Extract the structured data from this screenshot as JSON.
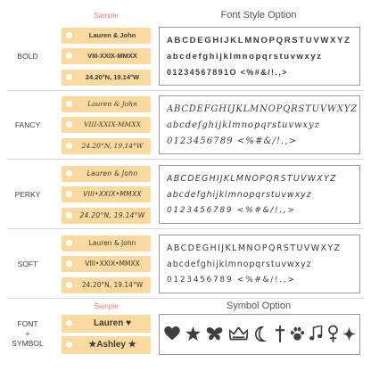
{
  "headers": {
    "sample": "Sample",
    "font_style_option": "Font Style Option",
    "symbol_sample": "Sample",
    "symbol_option": "Symbol Option"
  },
  "styles": [
    {
      "label": "BOLD",
      "tags": [
        "Lauren & John",
        "VIII-XXIX-MMXX",
        "24.20°N, 19.14°W"
      ],
      "lines": [
        "ABCDEGHIJKLMNOPQRSTUVWXYZ",
        "abcdefghijklmnopqrstuvwxyz",
        "01234567891O   <%#&/!.,>"
      ]
    },
    {
      "label": "FANCY",
      "tags": [
        "Lauren & John",
        "VIII-XXIX-MMXX",
        "24.20°N, 19.14°W"
      ],
      "lines": [
        "ABCDEFGHIJKLMNOPQRSTUVWXYZ",
        "abcdefghijklmnopqrstuvwxyz",
        "0123456789   <%#&/!.,>"
      ]
    },
    {
      "label": "PERKY",
      "tags": [
        "Lauren & John",
        "VIII•XXIX•MMXX",
        "24.20°N, 19.14°W"
      ],
      "lines": [
        "ABCDEGHIJKLMNOPQRSTUVWXYZ",
        "abcdefghijklmnopqrstuvwxyz",
        "0123456789   <%#&/!.,>"
      ]
    },
    {
      "label": "SOFT",
      "tags": [
        "Lauren & John",
        "VIII•XXIX•MMXX",
        "24.20°N, 19.14°W"
      ],
      "lines": [
        "ABCDEGHIJKLMNOPQRSTUVWXYZ",
        "abcdefghijklmnopqrstuvwxyz",
        "0123456789   <%#&/!.,>"
      ]
    }
  ],
  "symbol_row": {
    "label_line1": "FONT",
    "label_line2": "+",
    "label_line3": "SYMBOL",
    "tags": [
      "Lauren ♥",
      "★Ashley ★"
    ],
    "symbols": [
      "heart-icon",
      "star-icon",
      "butterfly-icon",
      "crown-icon",
      "moon-icon",
      "cross-icon",
      "paw-icon",
      "music-note-icon",
      "female-icon",
      "sparkle-icon"
    ]
  }
}
